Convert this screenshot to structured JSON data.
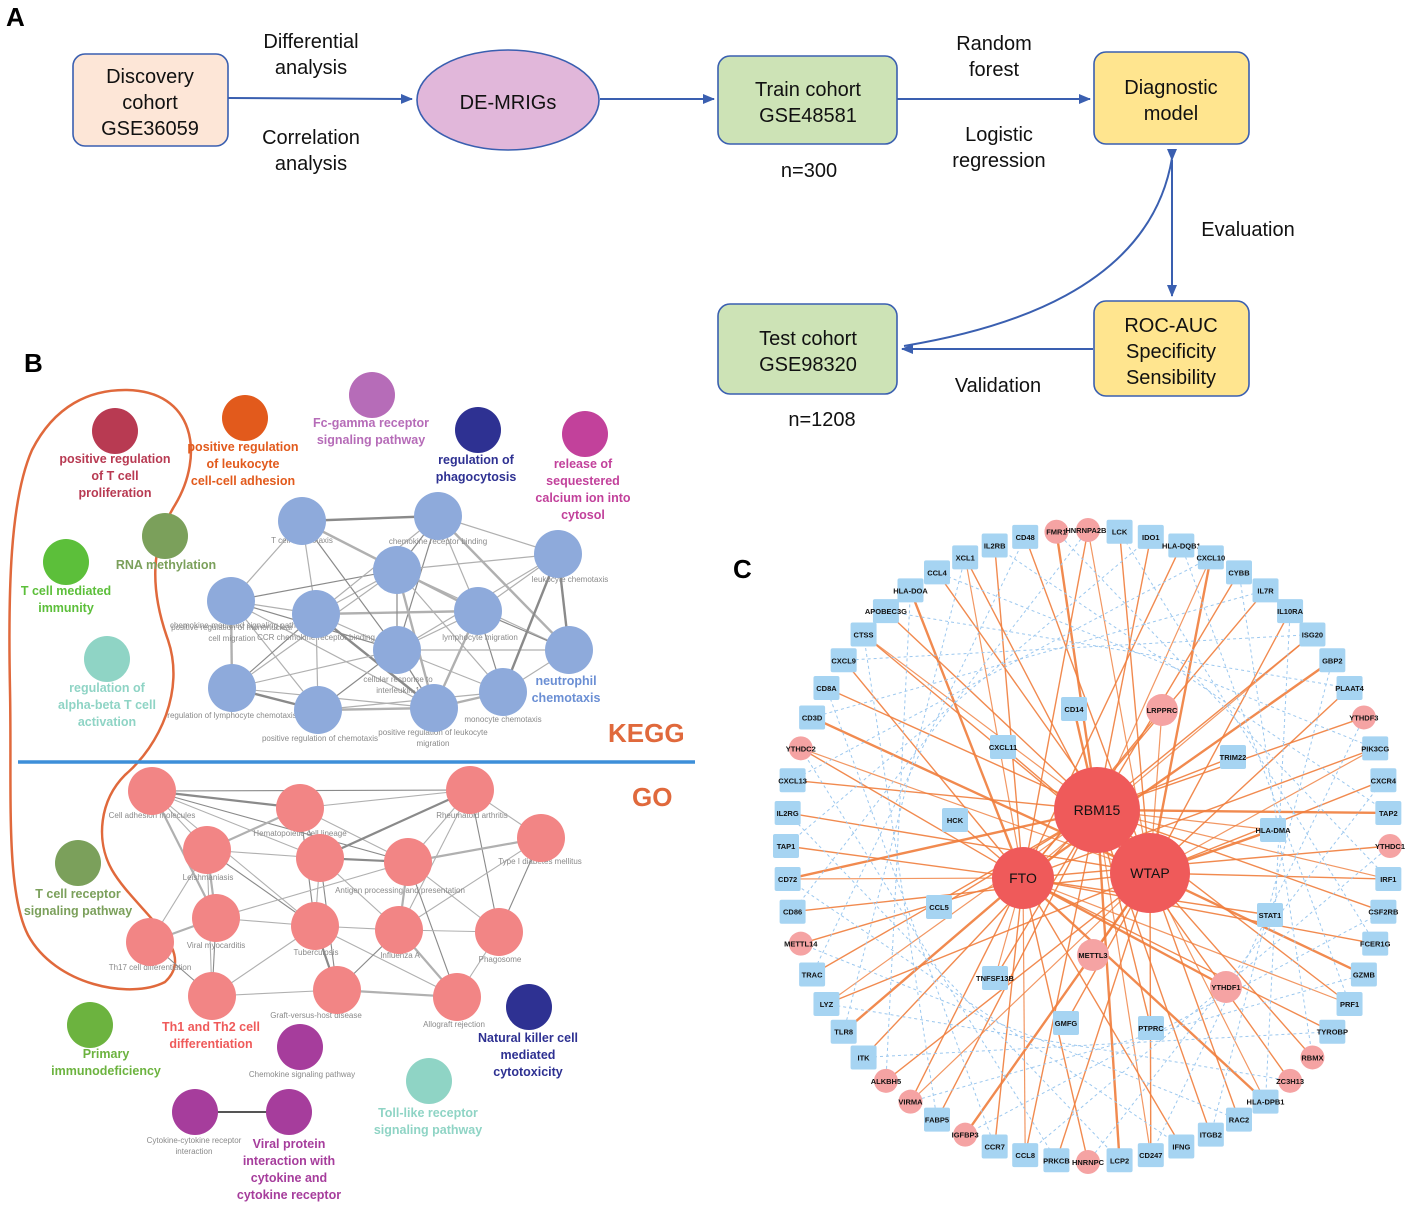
{
  "panelA": {
    "letter": "A",
    "boxes": {
      "discovery": [
        "Discovery",
        "cohort",
        "GSE36059"
      ],
      "demrigs": [
        "DE-MRIGs"
      ],
      "train": [
        "Train cohort",
        "GSE48581"
      ],
      "diagnostic": [
        "Diagnostic",
        "model"
      ],
      "test": [
        "Test cohort",
        "GSE98320"
      ],
      "roc": [
        "ROC-AUC",
        "Specificity",
        "Sensibility"
      ]
    },
    "labels": {
      "differential": [
        "Differential",
        "analysis"
      ],
      "correlation": [
        "Correlation",
        "analysis"
      ],
      "random_forest": [
        "Random",
        "forest"
      ],
      "logistic": [
        "Logistic",
        "regression"
      ],
      "evaluation": [
        "Evaluation"
      ],
      "validation": [
        "Validation"
      ],
      "n_train": [
        "n=300"
      ],
      "n_test": [
        "n=1208"
      ]
    },
    "colors": {
      "discovery": "#fde6d7",
      "demrigs": "#e1b7da",
      "cohort": "#cde3b6",
      "model": "#ffe58f",
      "arrow": "#3a5fb0"
    }
  },
  "panelB": {
    "letter": "B",
    "kegg_label": "KEGG",
    "go_label": "GO",
    "colors": {
      "kegg_node": "#8eaadb",
      "go_node": "#f28585",
      "divider": "#3d8fd9",
      "outline": "#e0693c",
      "section_label": "#e0693c"
    },
    "terms": [
      {
        "lines": [
          "positive regulation",
          "of T cell",
          "proliferation"
        ],
        "color": "#b83a52"
      },
      {
        "lines": [
          "positive regulation",
          "of leukocyte",
          "cell-cell adhesion"
        ],
        "color": "#e25a1c"
      },
      {
        "lines": [
          "Fc-gamma receptor",
          "signaling pathway"
        ],
        "color": "#b66cb8"
      },
      {
        "lines": [
          "regulation of",
          "phagocytosis"
        ],
        "color": "#2e3192"
      },
      {
        "lines": [
          "release of",
          "sequestered",
          "calcium ion into",
          "cytosol"
        ],
        "color": "#c2419b"
      },
      {
        "lines": [
          "RNA methylation"
        ],
        "color": "#7ba05b"
      },
      {
        "lines": [
          "T cell mediated",
          "immunity"
        ],
        "color": "#5cbf3a"
      },
      {
        "lines": [
          "regulation of",
          "alpha-beta T cell",
          "activation"
        ],
        "color": "#8fd4c5"
      },
      {
        "lines": [
          "neutrophil",
          "chemotaxis"
        ],
        "color": "#6b8fd4"
      },
      {
        "lines": [
          "T cell receptor",
          "signaling pathway"
        ],
        "color": "#7ba05b"
      },
      {
        "lines": [
          "Th1 and Th2 cell",
          "differentiation"
        ],
        "color": "#ef5a5a"
      },
      {
        "lines": [
          "Natural killer cell",
          "mediated",
          "cytotoxicity"
        ],
        "color": "#2e3192"
      },
      {
        "lines": [
          "Primary",
          "immunodeficiency"
        ],
        "color": "#6cb33f"
      },
      {
        "lines": [
          "Viral protein",
          "interaction with",
          "cytokine and",
          "cytokine receptor"
        ],
        "color": "#a63d9c"
      },
      {
        "lines": [
          "Toll-like receptor",
          "signaling pathway"
        ],
        "color": "#8fd4c5"
      }
    ],
    "small_labels": [
      "T cell chemotaxis",
      "chemokine receptor binding",
      "leukocyte chemotaxis",
      "chemokine-mediated signaling pathway",
      "positive regulation of mononuclear cell migration",
      "CCR chemokine receptor binding",
      "lymphocyte migration",
      "cellular response to interleukin-1",
      "regulation of lymphocyte chemotaxis",
      "positive regulation of chemotaxis",
      "positive regulation of leukocyte migration",
      "monocyte chemotaxis",
      "Cell adhesion molecules",
      "Hematopoietic cell lineage",
      "Rheumatoid arthritis",
      "Type I diabetes mellitus",
      "Leishmaniasis",
      "Antigen processing and presentation",
      "Viral myocarditis",
      "Tuberculosis",
      "Influenza A",
      "Phagosome",
      "Th17 cell differentiation",
      "Graft-versus-host disease",
      "Allograft rejection",
      "Chemokine signaling pathway",
      "Cytokine-cytokine receptor interaction"
    ]
  },
  "panelC": {
    "letter": "C",
    "colors": {
      "hub": "#ef5a5a",
      "writer": "#f5a3a3",
      "gene": "#a6d4f2",
      "orange_edge": "#ef7d3c",
      "blue_edge": "#9cc8ef"
    },
    "hubs": [
      "RBM15",
      "FTO",
      "WTAP"
    ],
    "inner_genes": [
      "CD14",
      "LRPPRC",
      "CXCL11",
      "TRIM22",
      "HCK",
      "HLA-DMA",
      "CCL5",
      "STAT1",
      "METTL3",
      "TNFSF13B",
      "YTHDF1",
      "GMFG",
      "PTPRC"
    ],
    "ring_genes": [
      "FMR1",
      "HNRNPA2B1",
      "LCK",
      "IDO1",
      "HLA-DQB1",
      "CXCL10",
      "CYBB",
      "IL7R",
      "IL10RA",
      "ISG20",
      "GBP2",
      "PLAAT4",
      "YTHDF3",
      "PIK3CG",
      "CXCR4",
      "TAP2",
      "YTHDC1",
      "IRF1",
      "CSF2RB",
      "FCER1G",
      "GZMB",
      "PRF1",
      "TYROBP",
      "RBMX",
      "ZC3H13",
      "HLA-DPB1",
      "RAC2",
      "ITGB2",
      "IFNG",
      "CD247",
      "LCP2",
      "HNRNPC",
      "PRKCB",
      "CCL8",
      "CCR7",
      "IGFBP3",
      "FABP5",
      "VIRMA",
      "ALKBH5",
      "ITK",
      "TLR8",
      "LYZ",
      "TRAC",
      "METTL14",
      "CD86",
      "CD72",
      "TAP1",
      "IL2RG",
      "CXCL13",
      "YTHDC2",
      "CD3D",
      "CD8A",
      "CXCL9",
      "CTSS",
      "APOBEC3G",
      "HLA-DOA",
      "CCL4",
      "XCL1",
      "IL2RB",
      "CD48"
    ]
  }
}
